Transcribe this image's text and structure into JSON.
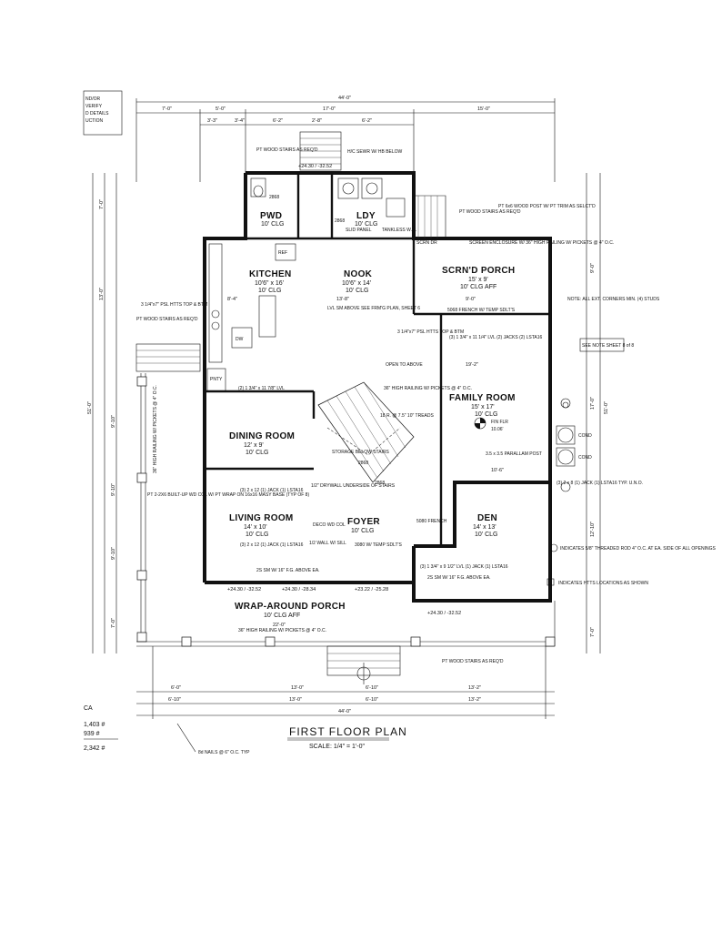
{
  "sheet": {
    "title": "FIRST FLOOR PLAN",
    "scale": "SCALE: 1/4\" = 1'-0\"",
    "nail_note": "8d NAILS @ 6\" O.C. TYP",
    "corner_note": [
      "ND/OR",
      "VERIFY",
      "D DETAILS",
      "UCTION"
    ],
    "area_label": "CA",
    "areas": [
      "1,403 #",
      "939 #",
      "2,342 #"
    ]
  },
  "rooms": {
    "pwd": {
      "name": "PWD",
      "ceiling": "10' CLG"
    },
    "ldy": {
      "name": "LDY",
      "ceiling": "10' CLG"
    },
    "kitchen": {
      "name": "KITCHEN",
      "size": "10'6\" x 16'",
      "ceiling": "10' CLG"
    },
    "nook": {
      "name": "NOOK",
      "size": "10'6\" x 14'",
      "ceiling": "10' CLG"
    },
    "porch": {
      "name": "SCRN'D PORCH",
      "size": "15' x 9'",
      "ceiling": "10' CLG AFF"
    },
    "family": {
      "name": "FAMILY ROOM",
      "size": "15' x 17'",
      "ceiling": "10' CLG"
    },
    "dining": {
      "name": "DINING ROOM",
      "size": "12' x 9'",
      "ceiling": "10' CLG"
    },
    "living": {
      "name": "LIVING ROOM",
      "size": "14' x 10'",
      "ceiling": "10' CLG"
    },
    "foyer": {
      "name": "FOYER",
      "ceiling": "10' CLG"
    },
    "den": {
      "name": "DEN",
      "size": "14' x 13'",
      "ceiling": "10' CLG"
    },
    "wrap": {
      "name": "WRAP-AROUND PORCH",
      "ceiling": "10' CLG AFF"
    }
  },
  "labels": {
    "pt_stairs": "PT WOOD STAIRS AS REQ'D",
    "hc_sewr": "H/C SEWR W/ HB BELOW",
    "tankless": "TANKLESS W.H.",
    "slide_panel": "SLID PANEL",
    "ref": "REF",
    "dw": "DW",
    "pnty": "PNTY",
    "scrn_dr": "SCRN DR",
    "screen_enclosure": "SCREEN ENCLOSURE W/ 36\" HIGH RAILING W/ PICKETS @ 4\" O.C.",
    "pt_post": "PT 6x6 WOOD POST W/ PT TRIM AS SELCT'D",
    "lvl_above": "LVL SM ABOVE SEE FRM'G PLAN, SHEET 6",
    "french_5068": "5068 FRENCH W/ TEMP SDLT'S",
    "open_above": "OPEN TO ABOVE",
    "rail_36": "36\" HIGH RAILING W/ PICKETS @ 4\" O.C.",
    "risers": "18 R. @ 7.5\" 10\" TREADS",
    "fin_flr": "FIN FLR",
    "fin_flr_val": "10.06'",
    "storage": "STORAGE BELOW STAIRS",
    "drywall": "1/2\" DRYWALL UNDERSIDE OF STAIRS",
    "parallam": "3.5 x 3.5 PARALLAM POST",
    "french_5080": "5080 FRENCH",
    "deco_col": "DECO WD COL",
    "door_3080": "3080 W/ TEMP SDLT'S",
    "half_wall": "1/2 WALL W/ SILL",
    "lvl_3": "(3) 1 3/4\" x 9 1/2\" LVL (1) JACK (1) LSTA16",
    "built_up": "PT 2-2X6 BUILT-UP WD COL W/ PT WRAP ON 16x16 MASY BASE (TYP OF 8)",
    "rail_left": "36\" HIGH RAILING W/ PICKETS @ 4\" O.C.",
    "cond1": "COND",
    "cond2": "COND",
    "corner_studs": "NOTE: ALL EXT. CORNERS MIN. (4) STUDS",
    "see_note": "SEE NOTE SHEET 8 of 8",
    "threaded_rod": "INDICATES 5/8\" THREADED ROD 4\" O.C. AT EA. SIDE OF ALL OPENINGS",
    "htts": "INDICATES HTTS LOCATIONS AS SHOWN",
    "rail_front": "36\" HIGH RAILING W/ PICKETS @ 4\" O.C.",
    "pt_stairs_front": "PT WOOD STAIRS AS REQ'D",
    "jacks_2x8": "(3) 2 x 8 (1) JACK (1) LSTA16 TYP. U.N.O.",
    "lvl_11": "(3) 1 3/4\" x 11 1/4\" LVL (2) JACKS (2) LSTA16",
    "lvl_dining": "(2) 1 3/4\" x 11 7/8\" LVL",
    "psl": "3 1/4\"x7\" PSL HTTS TOP & BTM",
    "psl2": "3 1/4\"x7\" PSL HTTS TOP & BTM",
    "pt_stairs_left": "PT WOOD STAIRS AS REQ'D",
    "x2_12a": "(3) 2 x 12 (1) JACK (1) LSTA16",
    "x2_12b": "(3) 2 x 12 (1) JACK (1) LSTA16",
    "sw_fg": "2S SM W/ 16\" F.G. ABOVE EA."
  },
  "dimensions": {
    "overall": "44'-0\"",
    "top_segments": [
      "7'-0\"",
      "5'-0\"",
      "17'-0\"",
      "15'-0\""
    ],
    "top_detail": [
      "3'-3\"",
      "3'-4\"",
      "6'-2\"",
      "2'-8\"",
      "6'-2\""
    ],
    "bottom_segments": [
      "6'-0\"",
      "13'-0\"",
      "6'-10\"",
      "13'-2\""
    ],
    "bottom_detail": [
      "6'-10\"",
      "13'-0\"",
      "6'-10\"",
      "13'-2\""
    ],
    "depth": "51'-0\"",
    "left_segments": [
      "7'-0\"",
      "13'-0\"",
      "9'-10\"",
      "9'-10\"",
      "9'-10\"",
      "7'-0\""
    ],
    "right_segments": [
      "9'-0\"",
      "17'-0\"",
      "12'-10\"",
      "7'-0\""
    ],
    "porch_depth": "22'-0\"",
    "kitchen_w": "8'-4\"",
    "nook_w": "13'-8\"",
    "porch_w": "9'-0\"",
    "family_w": "19'-2\"",
    "den_w": "10'-6\"",
    "elev_top": "+24.30 / -32.52",
    "elev_bot1": "+24.30 / -32.52",
    "elev_bot2": "+24.30 / -28.34",
    "elev_bot3": "+23.22 / -25.28",
    "elev_den": "+24.30 / -32.52"
  },
  "doors": {
    "d2868a": "2868",
    "d2868b": "2868",
    "d2868c": "2868",
    "d2868d": "2868"
  }
}
